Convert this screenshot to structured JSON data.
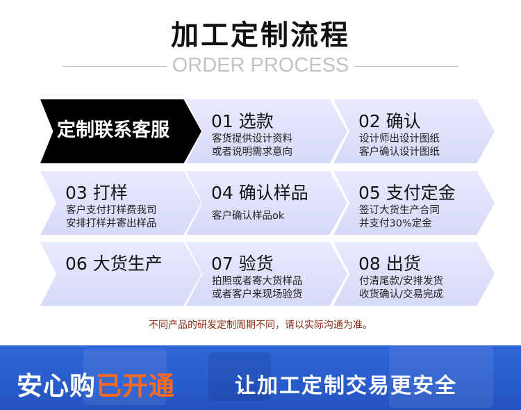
{
  "header": {
    "title": "加工定制流程",
    "subtitle": "ORDER PROCESS"
  },
  "steps": [
    {
      "label": "定制联系客服"
    },
    {
      "label": "01 选款",
      "lines": [
        "客货提供设计资料",
        "或者说明需求意向"
      ]
    },
    {
      "label": "02  确认",
      "lines": [
        "设计师出设计图纸",
        "客户确认设计图纸"
      ]
    },
    {
      "label": "03 打样",
      "lines": [
        "客户支付打样费我司",
        "安排打样并寄出样品"
      ]
    },
    {
      "label": "04  确认样品",
      "lines": [
        "客户确认样品ok"
      ]
    },
    {
      "label": "05 支付定金",
      "lines": [
        "签订大货生产合同",
        "并支付30%定金"
      ]
    },
    {
      "label": "06 大货生产"
    },
    {
      "label": "07 验货",
      "lines": [
        "拍照或者寄大货样品",
        "或者客户来现场验货"
      ]
    },
    {
      "label": "08 出货",
      "lines": [
        "付清尾款/安排发货",
        "收货确认/交易完成"
      ]
    }
  ],
  "note": "不同产品的研发定制周期不同，请以实际沟通为准。",
  "banner": {
    "left_white": "安心购",
    "left_highlight": "已开通",
    "right": "让加工定制交易更安全"
  },
  "colors": {
    "step_bg": "#dde0fa",
    "first_step_bg": "#000000",
    "note": "#8b2a0e",
    "banner_bg": "#2a5fcf",
    "banner_highlight": "#ff6a1f"
  }
}
